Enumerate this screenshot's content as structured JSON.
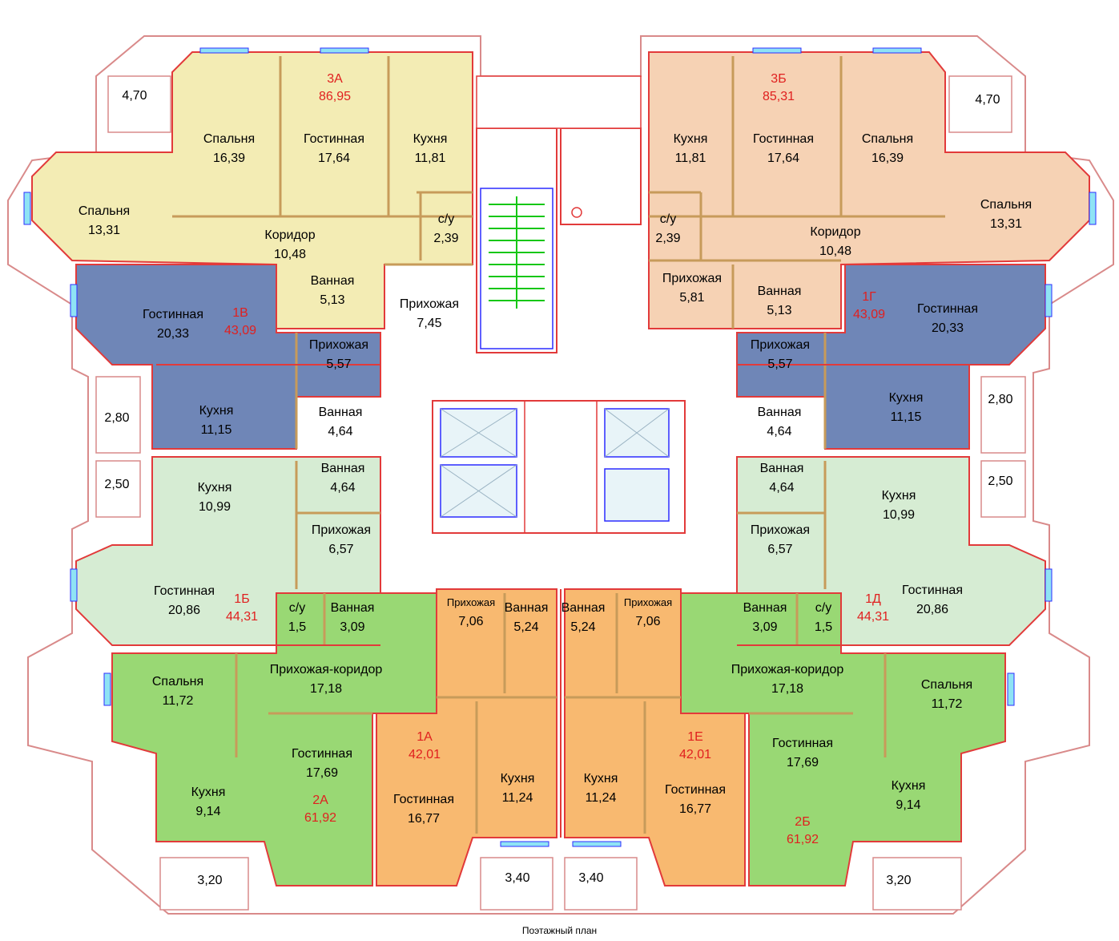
{
  "caption": "Поэтажный план",
  "colors": {
    "yellow": "#f3ecb4",
    "peach": "#f6d2b4",
    "blue": "#6f86b7",
    "mint": "#d6ecd3",
    "green": "#99d874",
    "orange": "#f8b970",
    "wall_red": "#e23a3a",
    "wall_brown": "#c79b5a",
    "window_blue": "#2c2cff",
    "window_cyan": "#8fe3f4",
    "stair_green": "#16c716",
    "label_red": "#e0201f"
  },
  "apartments": [
    {
      "id": "3a",
      "code": "3А",
      "area": "86,95"
    },
    {
      "id": "3b",
      "code": "3Б",
      "area": "85,31"
    },
    {
      "id": "1v",
      "code": "1В",
      "area": "43,09"
    },
    {
      "id": "1g",
      "code": "1Г",
      "area": "43,09"
    },
    {
      "id": "1b",
      "code": "1Б",
      "area": "44,31"
    },
    {
      "id": "1d",
      "code": "1Д",
      "area": "44,31"
    },
    {
      "id": "2a",
      "code": "2А",
      "area": "61,92"
    },
    {
      "id": "2b",
      "code": "2Б",
      "area": "61,92"
    },
    {
      "id": "1a",
      "code": "1А",
      "area": "42,01"
    },
    {
      "id": "1e",
      "code": "1Е",
      "area": "42,01"
    }
  ],
  "rooms": [
    {
      "n": "Спальня",
      "a": "16,39"
    },
    {
      "n": "Гостинная",
      "a": "17,64"
    },
    {
      "n": "Кухня",
      "a": "11,81"
    },
    {
      "n": "Спальня",
      "a": "13,31"
    },
    {
      "n": "Коридор",
      "a": "10,48"
    },
    {
      "n": "с/у",
      "a": "2,39"
    },
    {
      "n": "Ванная",
      "a": "5,13"
    },
    {
      "n": "Прихожая",
      "a": "7,45"
    },
    {
      "n": "Кухня",
      "a": "11,81"
    },
    {
      "n": "Гостинная",
      "a": "17,64"
    },
    {
      "n": "Спальня",
      "a": "16,39"
    },
    {
      "n": "Спальня",
      "a": "13,31"
    },
    {
      "n": "Коридор",
      "a": "10,48"
    },
    {
      "n": "с/у",
      "a": "2,39"
    },
    {
      "n": "Прихожая",
      "a": "5,81"
    },
    {
      "n": "Ванная",
      "a": "5,13"
    },
    {
      "n": "Гостинная",
      "a": "20,33"
    },
    {
      "n": "Прихожая",
      "a": "5,57"
    },
    {
      "n": "Кухня",
      "a": "11,15"
    },
    {
      "n": "Ванная",
      "a": "4,64"
    },
    {
      "n": "Гостинная",
      "a": "20,33"
    },
    {
      "n": "Прихожая",
      "a": "5,57"
    },
    {
      "n": "Ванная",
      "a": "4,64"
    },
    {
      "n": "Кухня",
      "a": "11,15"
    },
    {
      "n": "Кухня",
      "a": "10,99"
    },
    {
      "n": "Ванная",
      "a": "4,64"
    },
    {
      "n": "Прихожая",
      "a": "6,57"
    },
    {
      "n": "Гостинная",
      "a": "20,86"
    },
    {
      "n": "с/у",
      "a": "1,5"
    },
    {
      "n": "Ванная",
      "a": "3,09"
    },
    {
      "n": "Ванная",
      "a": "4,64"
    },
    {
      "n": "Кухня",
      "a": "10,99"
    },
    {
      "n": "Прихожая",
      "a": "6,57"
    },
    {
      "n": "Гостинная",
      "a": "20,86"
    },
    {
      "n": "Ванная",
      "a": "3,09"
    },
    {
      "n": "с/у",
      "a": "1,5"
    },
    {
      "n": "Спальня",
      "a": "11,72"
    },
    {
      "n": "Прихожая-коридор",
      "a": "17,18"
    },
    {
      "n": "Гостинная",
      "a": "17,69"
    },
    {
      "n": "Кухня",
      "a": "9,14"
    },
    {
      "n": "Прихожая",
      "a": "7,06"
    },
    {
      "n": "Ванная",
      "a": "5,24"
    },
    {
      "n": "Гостинная",
      "a": "16,77"
    },
    {
      "n": "Кухня",
      "a": "11,24"
    },
    {
      "n": "Ванная",
      "a": "5,24"
    },
    {
      "n": "Прихожая",
      "a": "7,06"
    },
    {
      "n": "Кухня",
      "a": "11,24"
    },
    {
      "n": "Гостинная",
      "a": "16,77"
    },
    {
      "n": "Прихожая-коридор",
      "a": "17,18"
    },
    {
      "n": "Спальня",
      "a": "11,72"
    },
    {
      "n": "Гостинная",
      "a": "17,69"
    },
    {
      "n": "Кухня",
      "a": "9,14"
    }
  ],
  "balconies": [
    "4,70",
    "4,70",
    "2,80",
    "2,50",
    "2,80",
    "2,50",
    "3,20",
    "3,40",
    "3,40",
    "3,20"
  ]
}
